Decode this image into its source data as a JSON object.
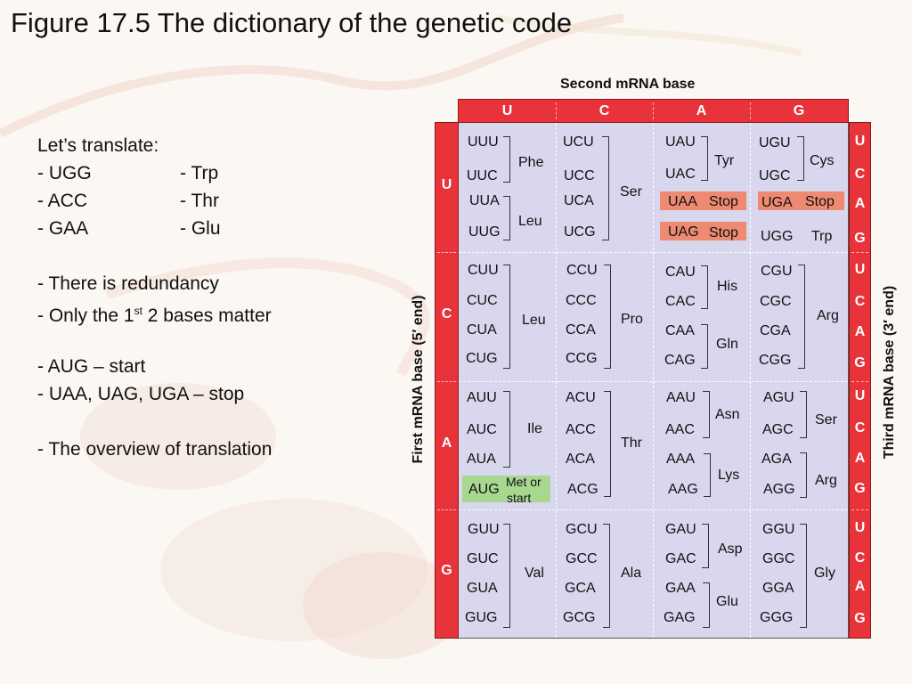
{
  "title": "Figure 17.5 The dictionary of the genetic code",
  "notes": {
    "heading": "Let’s translate:",
    "examples": [
      {
        "codon": "- UGG",
        "aa": "- Trp"
      },
      {
        "codon": "- ACC",
        "aa": "- Thr"
      },
      {
        "codon": "- GAA",
        "aa": "- Glu"
      }
    ],
    "redundancy": "- There is redundancy",
    "bases_prefix": "- Only the 1",
    "bases_sup": "st",
    "bases_suffix": " 2 bases matter",
    "start": "- AUG – start",
    "stop": "- UAA, UAG, UGA – stop",
    "overview": "- The overview of translation"
  },
  "labels": {
    "second": "Second mRNA base",
    "first": "First mRNA base (5′ end)",
    "third": "Third mRNA base (3′ end)"
  },
  "bases": [
    "U",
    "C",
    "A",
    "G"
  ],
  "codons": {
    "UU": [
      "UUU",
      "UUC",
      "UUA",
      "UUG"
    ],
    "UC": [
      "UCU",
      "UCC",
      "UCA",
      "UCG"
    ],
    "UA": [
      "UAU",
      "UAC",
      "UAA",
      "UAG"
    ],
    "UG": [
      "UGU",
      "UGC",
      "UGA",
      "UGG"
    ],
    "CU": [
      "CUU",
      "CUC",
      "CUA",
      "CUG"
    ],
    "CC": [
      "CCU",
      "CCC",
      "CCA",
      "CCG"
    ],
    "CA": [
      "CAU",
      "CAC",
      "CAA",
      "CAG"
    ],
    "CG": [
      "CGU",
      "CGC",
      "CGA",
      "CGG"
    ],
    "AU": [
      "AUU",
      "AUC",
      "AUA",
      "AUG"
    ],
    "AC": [
      "ACU",
      "ACC",
      "ACA",
      "ACG"
    ],
    "AA": [
      "AAU",
      "AAC",
      "AAA",
      "AAG"
    ],
    "AG": [
      "AGU",
      "AGC",
      "AGA",
      "AGG"
    ],
    "GU": [
      "GUU",
      "GUC",
      "GUA",
      "GUG"
    ],
    "GC": [
      "GCU",
      "GCC",
      "GCA",
      "GCG"
    ],
    "GA": [
      "GAU",
      "GAC",
      "GAA",
      "GAG"
    ],
    "GG": [
      "GGU",
      "GGC",
      "GGA",
      "GGG"
    ]
  },
  "amino_acids": {
    "Phe": "Phe",
    "Leu": "Leu",
    "Ser": "Ser",
    "Tyr": "Tyr",
    "Stop": "Stop",
    "Cys": "Cys",
    "Trp": "Trp",
    "Pro": "Pro",
    "His": "His",
    "Gln": "Gln",
    "Arg": "Arg",
    "Ile": "Ile",
    "Met_or": "Met or",
    "start": "start",
    "Thr": "Thr",
    "Asn": "Asn",
    "Lys": "Lys",
    "Val": "Val",
    "Ala": "Ala",
    "Asp": "Asp",
    "Glu": "Glu",
    "Gly": "Gly"
  },
  "colors": {
    "header": "#e8333b",
    "grid": "#d9d7ee",
    "stop": "#ee8a72",
    "start": "#a8d890"
  }
}
